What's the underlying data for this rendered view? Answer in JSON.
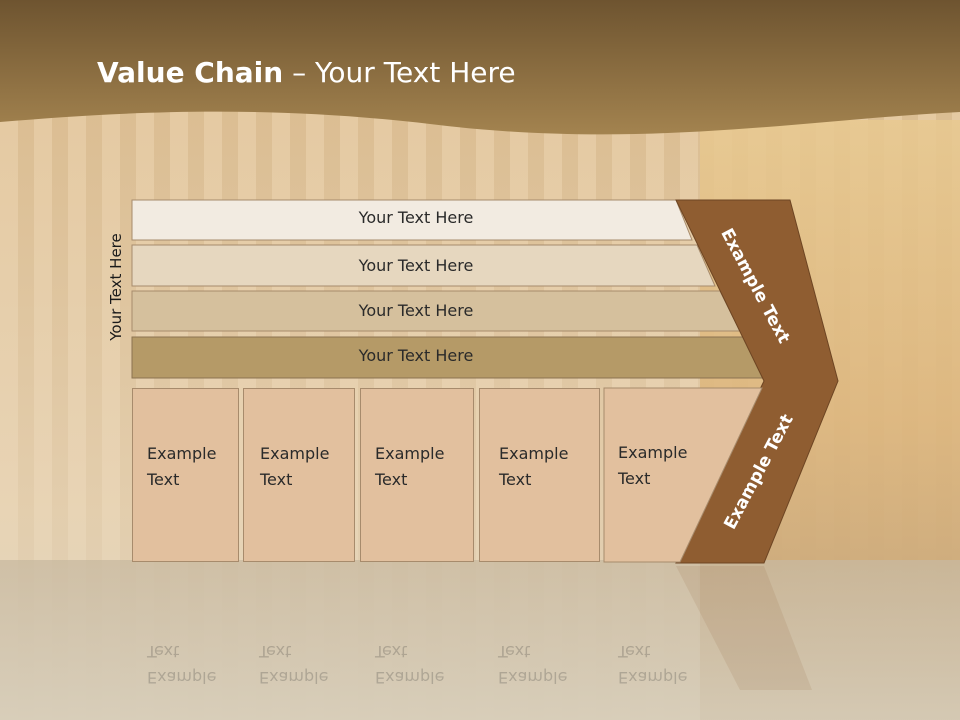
{
  "title": {
    "bold": "Value Chain",
    "rest": " – Your Text Here"
  },
  "side_label": "Your Text Here",
  "rows": [
    {
      "label": "Your Text Here"
    },
    {
      "label": "Your Text Here"
    },
    {
      "label": "Your Text Here"
    },
    {
      "label": "Your Text Here"
    }
  ],
  "boxes": [
    {
      "label": "Example\nText"
    },
    {
      "label": "Example\nText"
    },
    {
      "label": "Example\nText"
    },
    {
      "label": "Example\nText"
    },
    {
      "label": "Example\nText"
    }
  ],
  "chevron": {
    "upper_label": "Example Text",
    "lower_label": "Example Text"
  },
  "colors": {
    "header": "#8c6b3a",
    "row1": "#f2ebe1",
    "row2": "#e6d7bf",
    "row3": "#d5c09d",
    "row4": "#b59a67",
    "box": "#e2c09e",
    "chevron": "#8f5d31"
  }
}
